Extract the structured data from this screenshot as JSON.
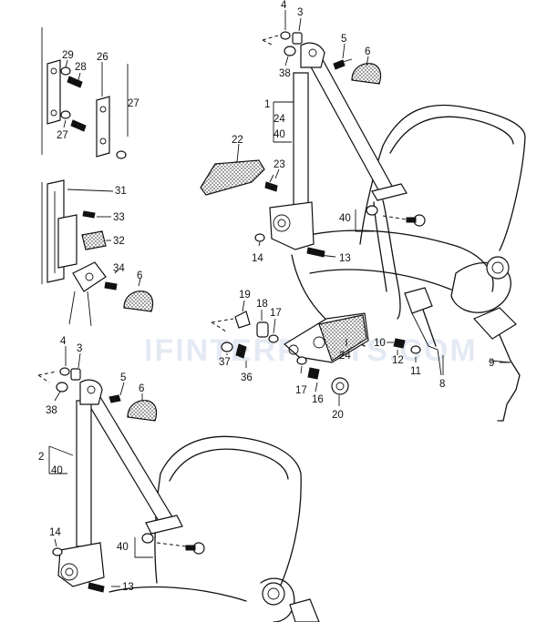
{
  "watermark": "IFINTERPARTS.COM",
  "callouts": {
    "top_group": [
      "4",
      "3",
      "38",
      "5",
      "6",
      "1",
      "24",
      "40",
      "22",
      "23",
      "40",
      "14",
      "13"
    ],
    "left_top": [
      "29",
      "28",
      "26",
      "27",
      "27"
    ],
    "left_mid": [
      "31",
      "33",
      "32",
      "34",
      "6"
    ],
    "center": [
      "19",
      "18",
      "17",
      "37",
      "36",
      "24",
      "17",
      "16",
      "20",
      "10",
      "12",
      "11",
      "8",
      "9"
    ],
    "bottom_group": [
      "4",
      "3",
      "38",
      "5",
      "6",
      "2",
      "40",
      "40",
      "14",
      "13"
    ]
  },
  "labels": {
    "l4a": "4",
    "l3a": "3",
    "l38a": "38",
    "l5a": "5",
    "l6a": "6",
    "l1": "1",
    "l24a": "24",
    "l40a": "40",
    "l22": "22",
    "l23": "23",
    "l40b": "40",
    "l14a": "14",
    "l13a": "13",
    "l29": "29",
    "l28": "28",
    "l26": "26",
    "l27a": "27",
    "l27b": "27",
    "l31": "31",
    "l33": "33",
    "l32": "32",
    "l34": "34",
    "l6b": "6",
    "l19": "19",
    "l18": "18",
    "l17a": "17",
    "l37": "37",
    "l36": "36",
    "l24b": "24",
    "l17b": "17",
    "l16": "16",
    "l20": "20",
    "l10": "10",
    "l12": "12",
    "l11": "11",
    "l8": "8",
    "l9": "9",
    "l4b": "4",
    "l3b": "3",
    "l38b": "38",
    "l5b": "5",
    "l6c": "6",
    "l2": "2",
    "l40c": "40",
    "l40d": "40",
    "l14b": "14",
    "l13b": "13"
  }
}
